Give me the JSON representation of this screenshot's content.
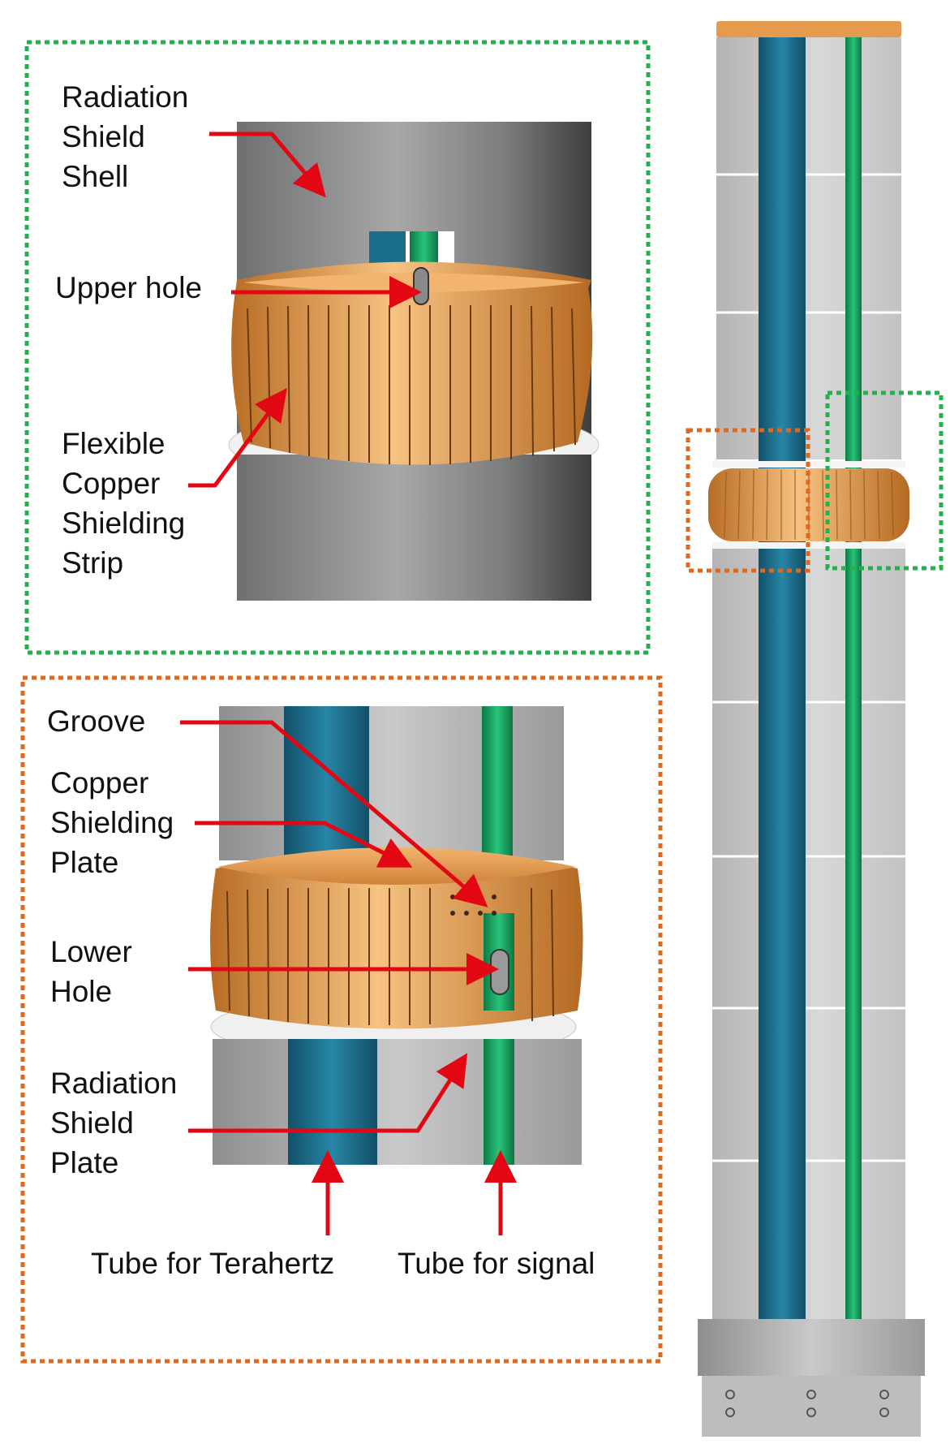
{
  "colors": {
    "green_frame": "#22b24c",
    "orange_frame": "#e2661c",
    "arrow": "#e30613",
    "copper": "#e59a4e",
    "copper_light": "#f6c07e",
    "copper_dark": "#b36a22",
    "terahertz_tube": "#1b6e8a",
    "signal_tube": "#12a15c",
    "shell_gray": "#a9a9a9",
    "plate": "#ececec"
  },
  "upper_detail": {
    "labels": {
      "radiation_shield_shell": [
        "Radiation",
        "Shield",
        "Shell"
      ],
      "upper_hole": "Upper hole",
      "flexible_copper_strip": [
        "Flexible",
        "Copper",
        "Shielding",
        "Strip"
      ]
    }
  },
  "lower_detail": {
    "labels": {
      "groove": "Groove",
      "copper_shielding_plate": [
        "Copper",
        "Shielding",
        "Plate"
      ],
      "lower_hole": [
        "Lower",
        "Hole"
      ],
      "radiation_shield_plate": [
        "Radiation",
        "Shield",
        "Plate"
      ],
      "tube_terahertz": "Tube for Terahertz",
      "tube_signal": "Tube for signal"
    }
  }
}
